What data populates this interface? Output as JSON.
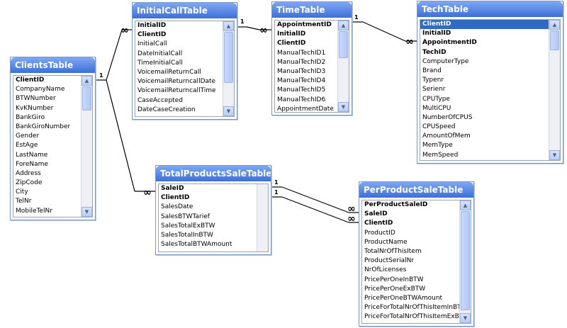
{
  "tables": [
    {
      "title": "ClientsTable",
      "fields": [
        {
          "name": "ClientID",
          "key": true
        },
        {
          "name": "CompanyName"
        },
        {
          "name": "BTWNumber"
        },
        {
          "name": "KvKNumber"
        },
        {
          "name": "BankGiro"
        },
        {
          "name": "BankGiroNumber"
        },
        {
          "name": "Gender"
        },
        {
          "name": "EstAge"
        },
        {
          "name": "LastName"
        },
        {
          "name": "ForeName"
        },
        {
          "name": "Address"
        },
        {
          "name": "ZipCode"
        },
        {
          "name": "City"
        },
        {
          "name": "TelNr"
        },
        {
          "name": "MobileTelNr"
        }
      ]
    },
    {
      "title": "InitialCallTable",
      "fields": [
        {
          "name": "InitialID",
          "key": true
        },
        {
          "name": "ClientID",
          "key": true
        },
        {
          "name": "InitialCall"
        },
        {
          "name": "DateInitialCall"
        },
        {
          "name": "TimeInitialCall"
        },
        {
          "name": "VoicemailReturnCall"
        },
        {
          "name": "VoicemailReturncallDate"
        },
        {
          "name": "VoicemailReturncallTime"
        },
        {
          "name": "CaseAccepted"
        },
        {
          "name": "DateCaseCreation"
        }
      ]
    },
    {
      "title": "TimeTable",
      "fields": [
        {
          "name": "AppointmentID",
          "key": true
        },
        {
          "name": "InitialID",
          "key": true
        },
        {
          "name": "ClientID",
          "key": true
        },
        {
          "name": "ManualTechID1"
        },
        {
          "name": "ManualTechID2"
        },
        {
          "name": "ManualTechID3"
        },
        {
          "name": "ManualTechID4"
        },
        {
          "name": "ManualTechID5"
        },
        {
          "name": "ManualTechID6"
        },
        {
          "name": "AppointmentDate"
        }
      ]
    },
    {
      "title": "TechTable",
      "fields": [
        {
          "name": "ClientID",
          "key": true,
          "selected": true
        },
        {
          "name": "InitialID",
          "key": true
        },
        {
          "name": "AppointmentID",
          "key": true
        },
        {
          "name": "TechID",
          "key": true
        },
        {
          "name": "ComputerType"
        },
        {
          "name": "Brand"
        },
        {
          "name": "Typenr"
        },
        {
          "name": "Serienr"
        },
        {
          "name": "CPUType"
        },
        {
          "name": "MultiCPU"
        },
        {
          "name": "NumberOfCPUS"
        },
        {
          "name": "CPUSpeed"
        },
        {
          "name": "AmountOfMem"
        },
        {
          "name": "MemType"
        },
        {
          "name": "MemSpeed"
        }
      ]
    },
    {
      "title": "TotalProductsSaleTable",
      "fields": [
        {
          "name": "SaleID",
          "key": true
        },
        {
          "name": "ClientID",
          "key": true
        },
        {
          "name": "SalesDate"
        },
        {
          "name": "SalesBTWTarief"
        },
        {
          "name": "SalesTotalExBTW"
        },
        {
          "name": "SalesTotalInBTW"
        },
        {
          "name": "SalesTotalBTWAmount"
        }
      ]
    },
    {
      "title": "PerProductSaleTable",
      "fields": [
        {
          "name": "PerProductSaleID",
          "key": true
        },
        {
          "name": "SaleID",
          "key": true
        },
        {
          "name": "ClientID",
          "key": true
        },
        {
          "name": "ProductID"
        },
        {
          "name": "ProductName"
        },
        {
          "name": "TotalNrOfThisItem"
        },
        {
          "name": "ProductSerialNr"
        },
        {
          "name": "NrOfLicenses"
        },
        {
          "name": "PricePerOneInBTW"
        },
        {
          "name": "PricePerOneExBTW"
        },
        {
          "name": "PricePerOneBTWAmount"
        },
        {
          "name": "PriceForTotalNrOfThisItemInBTW"
        },
        {
          "name": "PriceForTotalNrOfThisItemExBTW"
        }
      ]
    }
  ],
  "relationships": [
    {
      "one": "1",
      "many": "∞"
    },
    {
      "one": "1",
      "many": "∞"
    },
    {
      "one": "1",
      "many": "∞"
    },
    {
      "one": "1",
      "many": "∞"
    },
    {
      "one": "1",
      "many": "∞"
    },
    {
      "one": "1",
      "many": "∞"
    }
  ],
  "colors": {
    "title_start": "#7ea7f4",
    "title_end": "#3d6fd8",
    "border": "#7a96c8",
    "selection": "#316ac5"
  }
}
